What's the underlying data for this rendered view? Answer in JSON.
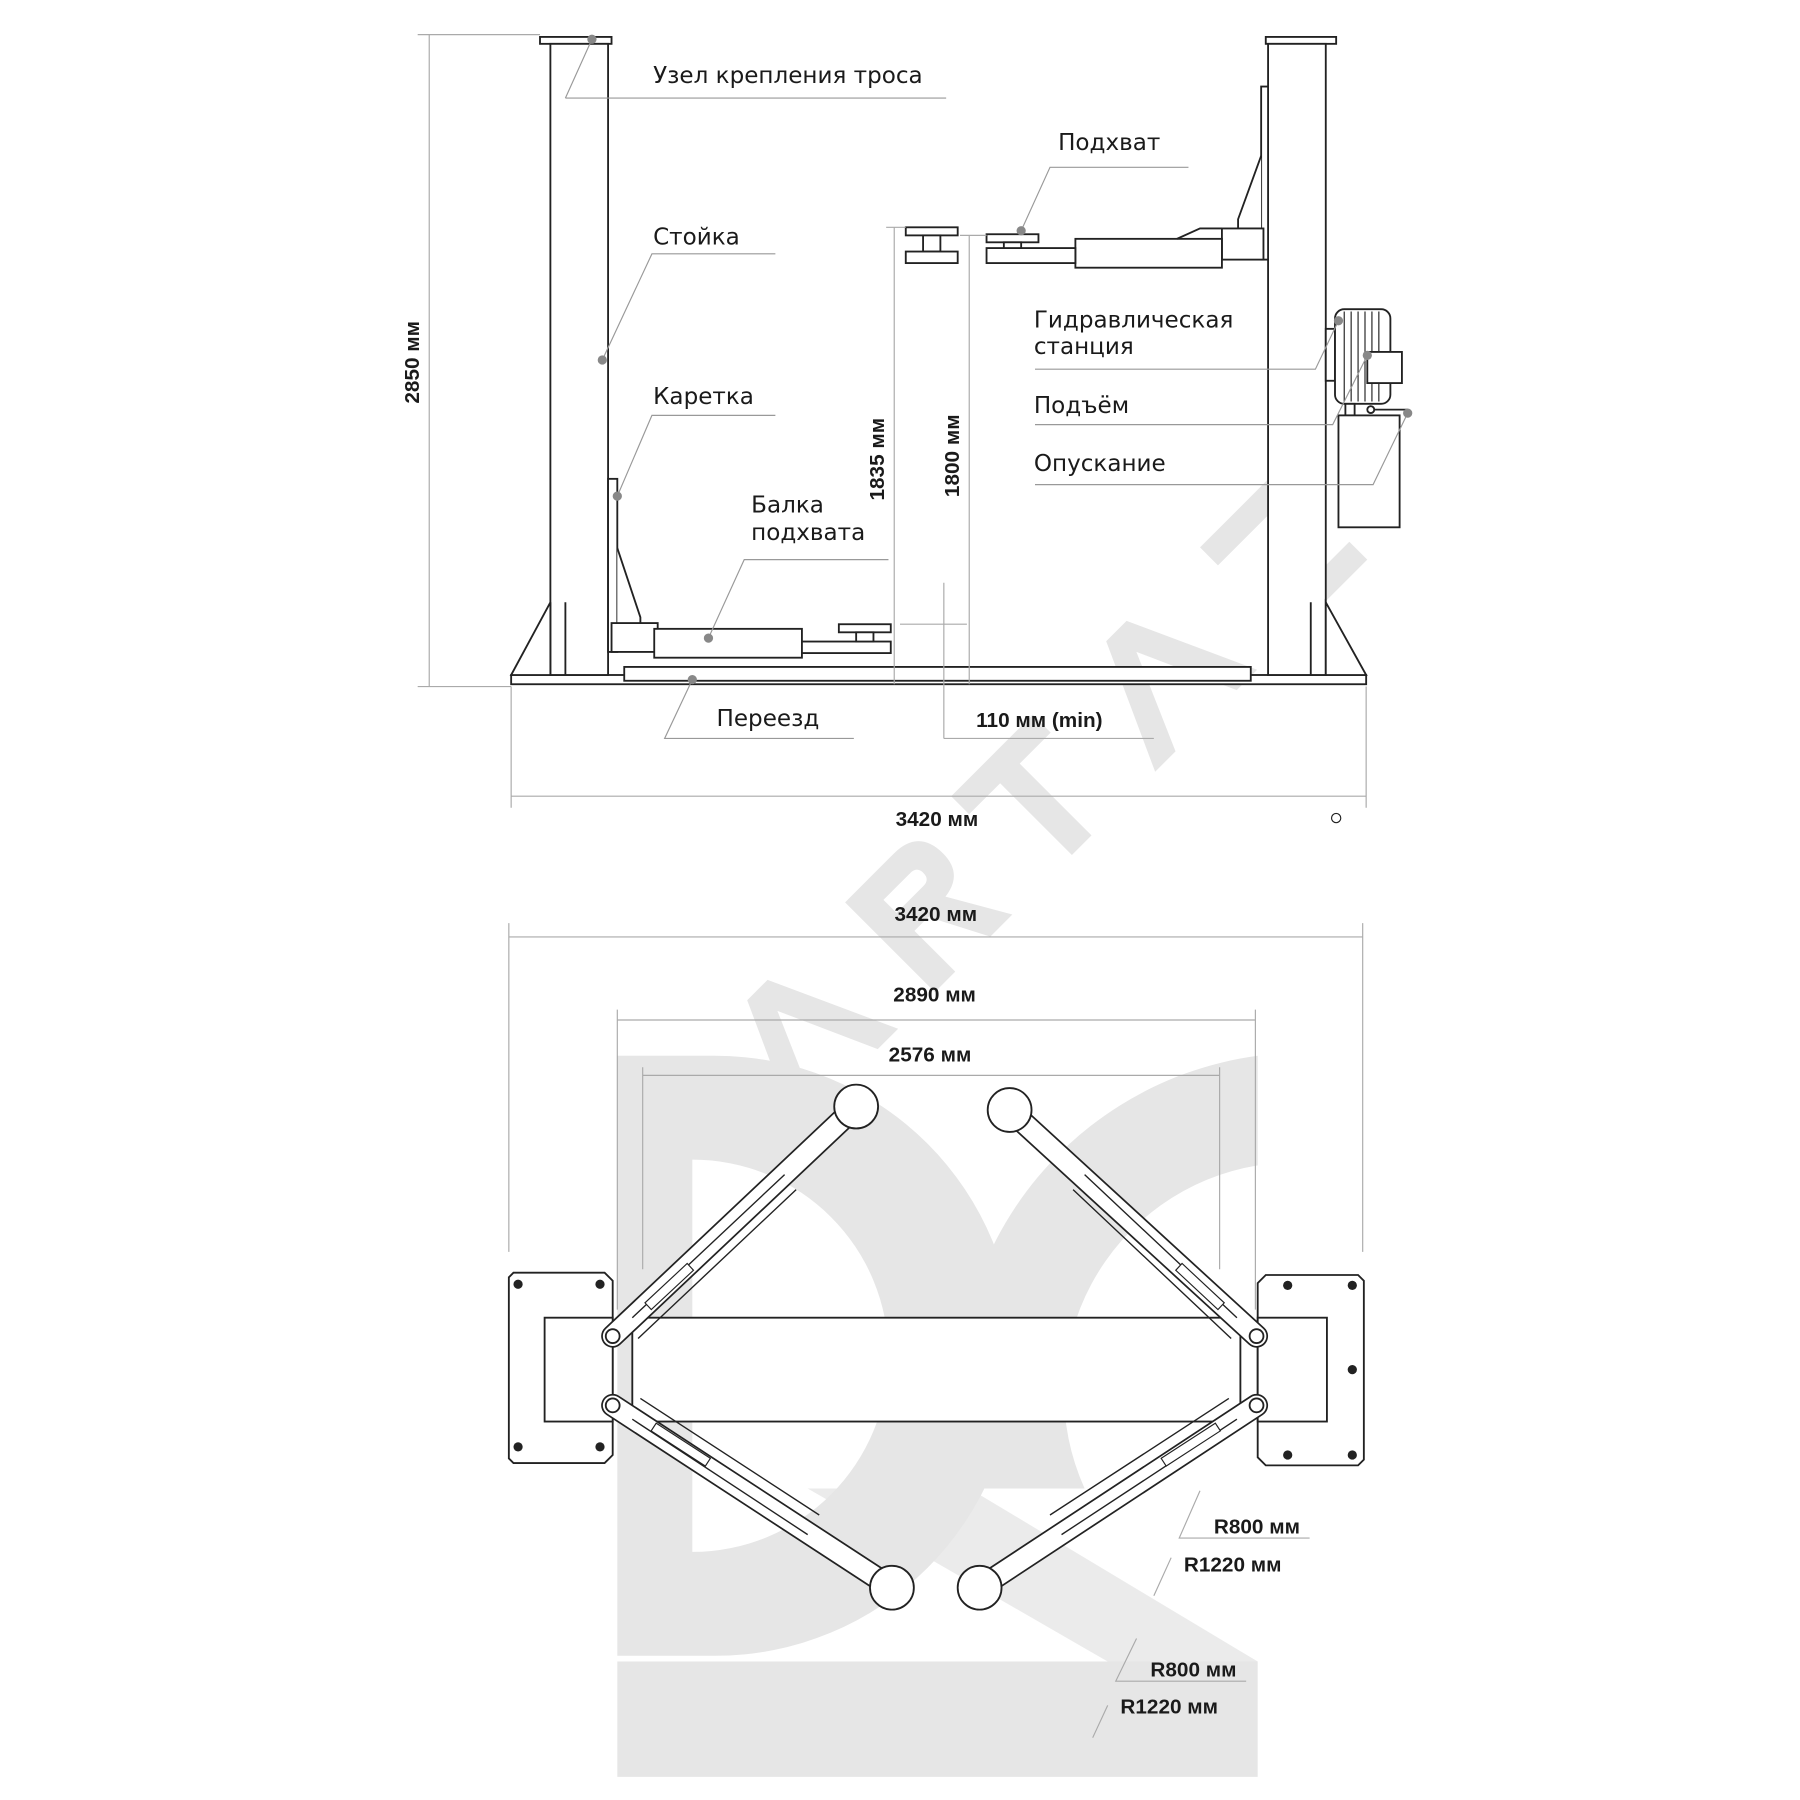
{
  "watermark": {
    "logo_text": "ARTAZ",
    "color": "#e6e6e6"
  },
  "front_view": {
    "labels": {
      "cable_mount": "Узел крепления троса",
      "pickup": "Подхват",
      "column": "Стойка",
      "hydraulic_line1": "Гидравлическая",
      "hydraulic_line2": "станция",
      "carriage": "Каретка",
      "raise": "Подъём",
      "lower": "Опускание",
      "arm_beam_line1": "Балка",
      "arm_beam_line2": "подхвата",
      "ramp": "Переезд"
    },
    "dimensions": {
      "total_height": "2850 мм",
      "max_lift_pad": "1835 мм",
      "max_lift": "1800 мм",
      "min_height": "110 мм (min)",
      "total_width": "3420 мм"
    }
  },
  "top_view": {
    "dimensions": {
      "total_width": "3420 мм",
      "inner_width": "2890 мм",
      "drive_through": "2576 мм",
      "r_short_1": "R800 мм",
      "r_long_1": "R1220 мм",
      "r_short_2": "R800 мм",
      "r_long_2": "R1220 мм"
    }
  }
}
